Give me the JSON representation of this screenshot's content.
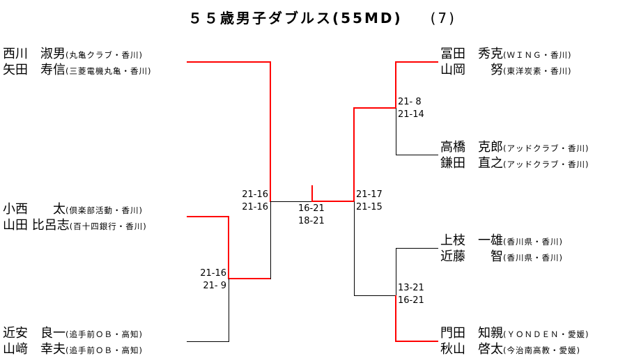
{
  "title": "５５歳男子ダブルス(55MD)",
  "draw_no": "(7)",
  "left_teams": [
    {
      "players": [
        {
          "name": "西川　淑男",
          "aff": "(丸亀クラブ・香川)"
        },
        {
          "name": "矢田　寿信",
          "aff": "(三菱電機丸亀・香川)"
        }
      ]
    },
    {
      "players": [
        {
          "name": "小西　　太",
          "aff": "(倶楽部活動・香川)"
        },
        {
          "name": "山田 比呂志",
          "aff": "(百十四銀行・香川)"
        }
      ]
    },
    {
      "players": [
        {
          "name": "近安　良一",
          "aff": "(追手前ＯＢ・高知)"
        },
        {
          "name": "山﨑　幸夫",
          "aff": "(追手前ＯＢ・高知)"
        }
      ]
    }
  ],
  "right_teams": [
    {
      "players": [
        {
          "name": "冨田　秀克",
          "aff": "(ＷＩＮＧ・香川)"
        },
        {
          "name": "山岡　　努",
          "aff": "(東洋炭素・香川)"
        }
      ]
    },
    {
      "players": [
        {
          "name": "高橋　克郎",
          "aff": "(アッドクラブ・香川)"
        },
        {
          "name": "鎌田　直之",
          "aff": "(アッドクラブ・香川)"
        }
      ]
    },
    {
      "players": [
        {
          "name": "上枝　一雄",
          "aff": "(香川県・香川)"
        },
        {
          "name": "近藤　　智",
          "aff": "(香川県・香川)"
        }
      ]
    },
    {
      "players": [
        {
          "name": "門田　知親",
          "aff": "(ＹＯＮＤＥＮ・愛媛)"
        },
        {
          "name": "秋山　啓太",
          "aff": "(今治南高教・愛媛)"
        }
      ]
    }
  ],
  "scores": {
    "left_r1": [
      "21-16",
      "21- 9"
    ],
    "left_semi": [
      "21-16",
      "21-16"
    ],
    "final": [
      "16-21",
      "18-21"
    ],
    "right_semi": [
      "21-17",
      "21-15"
    ],
    "right_top": [
      "21- 8",
      "21-14"
    ],
    "right_bottom": [
      "13-21",
      "16-21"
    ]
  }
}
